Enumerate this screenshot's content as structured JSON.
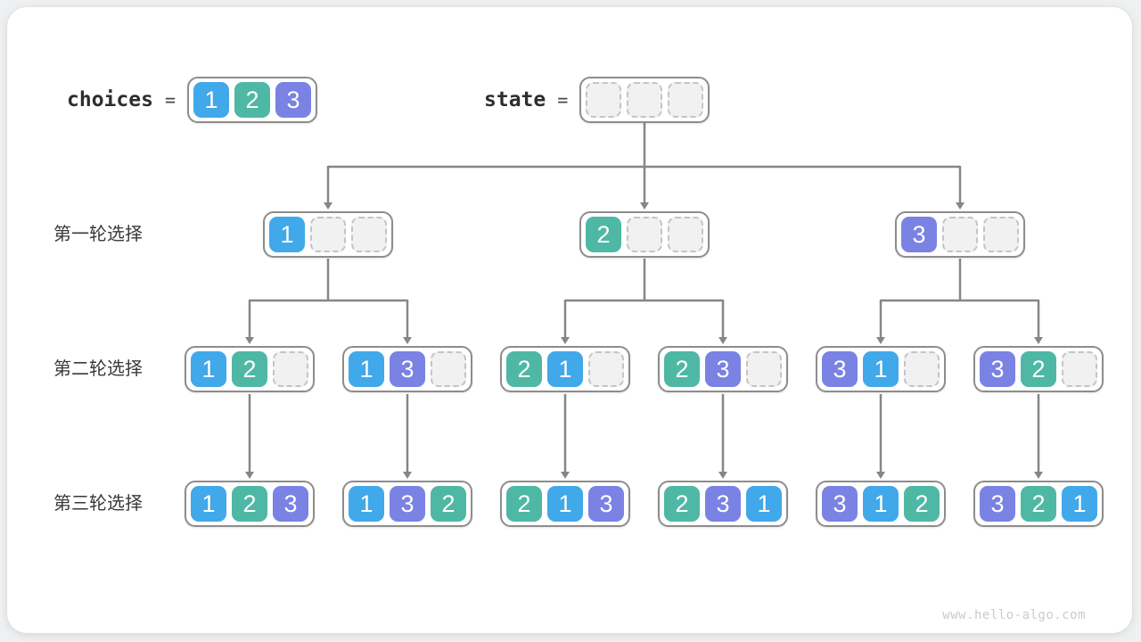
{
  "header": {
    "choices": {
      "label": "choices",
      "equals": "=",
      "cells": [
        "1",
        "2",
        "3"
      ]
    },
    "state": {
      "label": "state",
      "equals": "=",
      "cells": [
        "",
        "",
        ""
      ]
    }
  },
  "tree": {
    "rows": [
      {
        "label": "第一轮选择",
        "boxes": [
          {
            "cells": [
              "1",
              "",
              ""
            ]
          },
          {
            "cells": [
              "2",
              "",
              ""
            ]
          },
          {
            "cells": [
              "3",
              "",
              ""
            ]
          }
        ]
      },
      {
        "label": "第二轮选择",
        "boxes": [
          {
            "cells": [
              "1",
              "2",
              ""
            ]
          },
          {
            "cells": [
              "1",
              "3",
              ""
            ]
          },
          {
            "cells": [
              "2",
              "1",
              ""
            ]
          },
          {
            "cells": [
              "2",
              "3",
              ""
            ]
          },
          {
            "cells": [
              "3",
              "1",
              ""
            ]
          },
          {
            "cells": [
              "3",
              "2",
              ""
            ]
          }
        ]
      },
      {
        "label": "第三轮选择",
        "boxes": [
          {
            "cells": [
              "1",
              "2",
              "3"
            ]
          },
          {
            "cells": [
              "1",
              "3",
              "2"
            ]
          },
          {
            "cells": [
              "2",
              "1",
              "3"
            ]
          },
          {
            "cells": [
              "2",
              "3",
              "1"
            ]
          },
          {
            "cells": [
              "3",
              "1",
              "2"
            ]
          },
          {
            "cells": [
              "3",
              "2",
              "1"
            ]
          }
        ]
      }
    ]
  },
  "colors": {
    "value_1": "#41a8ea",
    "value_2": "#4eb8a5",
    "value_3": "#7a82e4",
    "empty_cell": "#f1f1f2",
    "connector": "#868686"
  },
  "watermark": "www.hello-algo.com"
}
